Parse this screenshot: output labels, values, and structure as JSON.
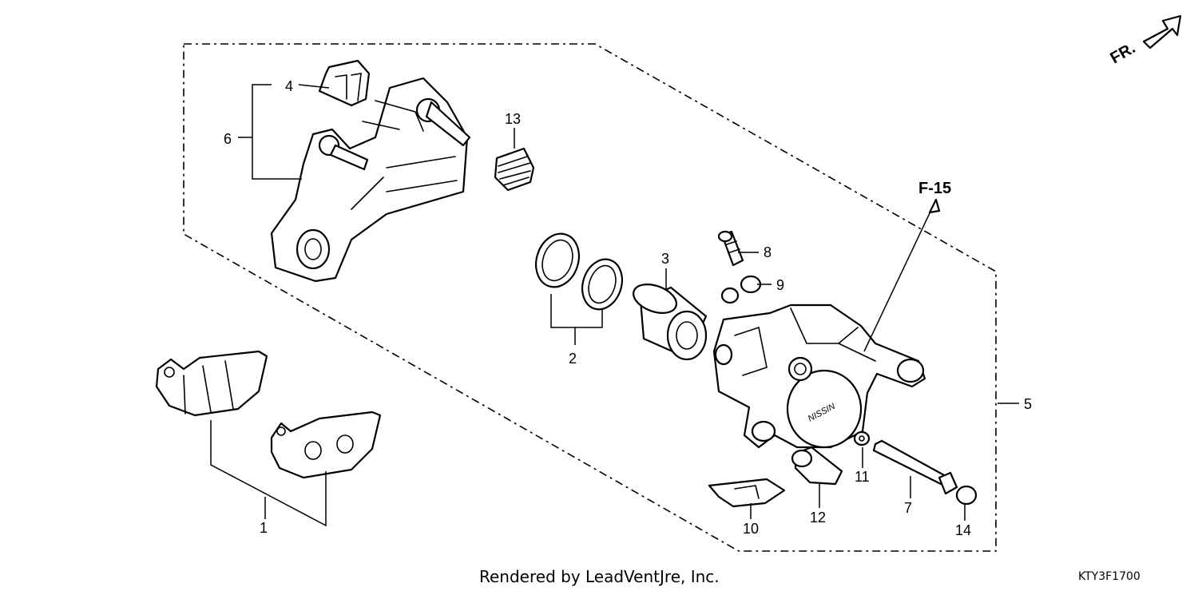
{
  "direction_label": "FR.",
  "reference": "F-15",
  "caliper_brand": "NISSIN",
  "callouts": [
    "1",
    "2",
    "3",
    "4",
    "5",
    "6",
    "7",
    "8",
    "9",
    "10",
    "11",
    "12",
    "13",
    "14"
  ],
  "credit": "Rendered by LeadVentJre, Inc.",
  "diagram_code": "KTY3F1700",
  "colors": {
    "line": "#000000",
    "background": "#ffffff"
  }
}
